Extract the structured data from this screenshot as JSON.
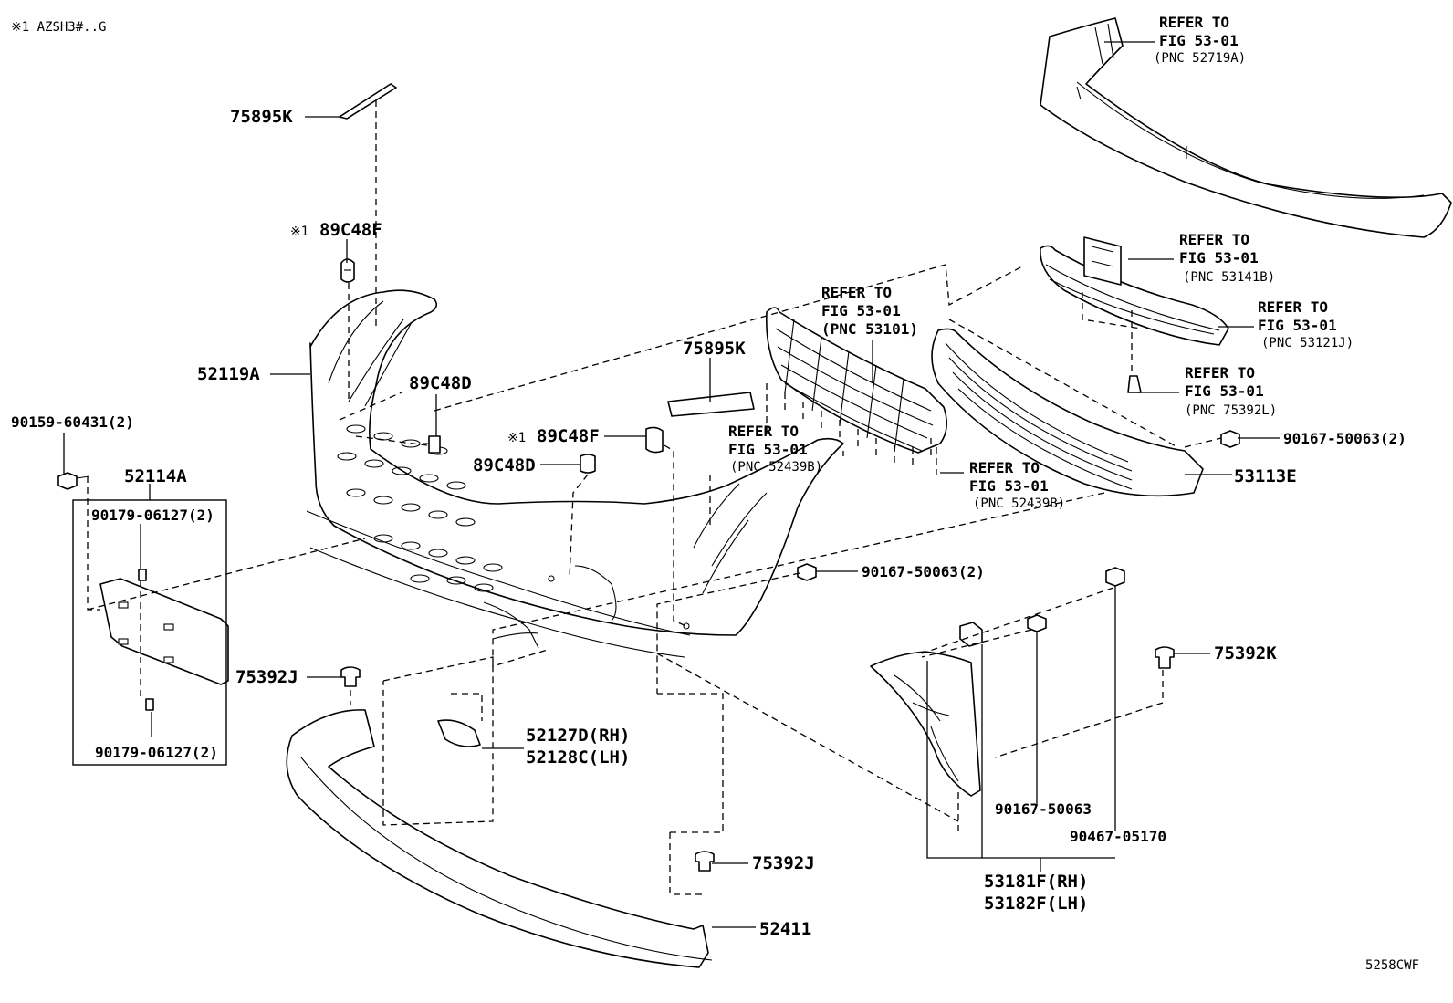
{
  "header_note": "※1 AZSH3#..G",
  "figure_code": "5258CWF",
  "callouts": {
    "p75895K_top": "75895K",
    "p89C48F_top": "89C48F",
    "p89C48F_top_mark": "※1",
    "p52119A": "52119A",
    "p89C48D_right": "89C48D",
    "p90159": "90159-60431(2)",
    "p52114A": "52114A",
    "p90179_top": "90179-06127(2)",
    "p90179_bottom": "90179-06127(2)",
    "p89C48F_mid": "89C48F",
    "p89C48F_mid_mark": "※1",
    "p89C48D_mid": "89C48D",
    "p75895K_mid": "75895K",
    "p75392J_left": "75392J",
    "p52127D": "52127D(RH)",
    "p52128C": "52128C(LH)",
    "p75392J_bottom": "75392J",
    "p52411": "52411",
    "p90167_mid": "90167-50063(2)",
    "p90167_right": "90167-50063(2)",
    "p53113E": "53113E",
    "p75392K": "75392K",
    "p90167_single": "90167-50063",
    "p90467": "90467-05170",
    "p53181F": "53181F(RH)",
    "p53182F": "53182F(LH)"
  },
  "refs": {
    "r1": {
      "line1": "REFER TO",
      "line2": "FIG 53-01",
      "line3": "(PNC 52719A)"
    },
    "r2": {
      "line1": "REFER TO",
      "line2": "FIG 53-01",
      "line3": "(PNC 53141B)"
    },
    "r3": {
      "line1": "REFER TO",
      "line2": "FIG 53-01",
      "line3": "(PNC 53121J)"
    },
    "r4": {
      "line1": "REFER TO",
      "line2": "FIG 53-01",
      "line3": "(PNC 75392L)"
    },
    "r5": {
      "line1": "REFER TO",
      "line2": "FIG 53-01",
      "line3": "(PNC 53101)"
    },
    "r6": {
      "line1": "REFER TO",
      "line2": "FIG 53-01",
      "line3": "(PNC 52439B)"
    },
    "r7": {
      "line1": "REFER TO",
      "line2": "FIG 53-01",
      "line3": "(PNC 52439B)"
    }
  }
}
